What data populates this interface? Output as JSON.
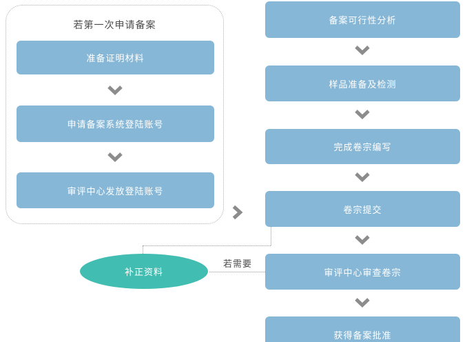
{
  "diagram": {
    "left_panel": {
      "title": "若第一次申请备案",
      "steps": [
        {
          "label": "准备证明材料"
        },
        {
          "label": "申请备案系统登陆账号"
        },
        {
          "label": "审评中心发放登陆账号"
        }
      ]
    },
    "main_flow": {
      "steps": [
        {
          "label": "备案可行性分析"
        },
        {
          "label": "样品准备及检测"
        },
        {
          "label": "完成卷宗编写"
        },
        {
          "label": "卷宗提交"
        },
        {
          "label": "审评中心审查卷宗"
        },
        {
          "label": "获得备案批准"
        }
      ]
    },
    "correction_node": {
      "label": "补正资料"
    },
    "condition_label": "若需要",
    "icons": {
      "down_arrow": "chevron-down-icon",
      "right_arrow": "chevron-right-icon"
    },
    "colors": {
      "process_box_blue": "#86b7d7",
      "correction_ellipse_teal": "#41bdb1",
      "arrow_gray": "#8c8c8c",
      "box_text": "#ffffff",
      "label_text": "#4c4c4c",
      "dashed_line": "#9a9a9a"
    }
  }
}
